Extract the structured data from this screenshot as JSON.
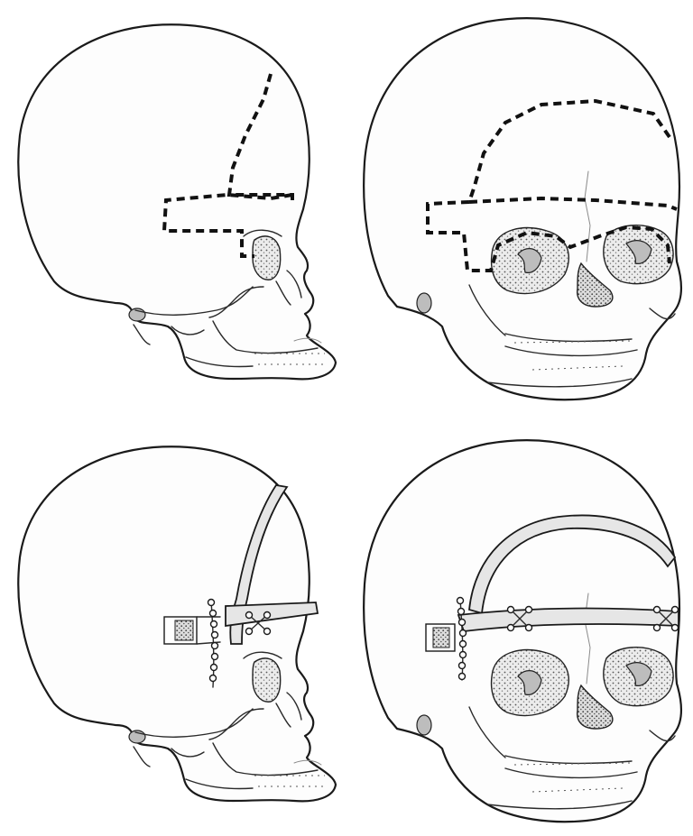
{
  "figure": {
    "panels": [
      {
        "id": "top-left",
        "view": "lateral",
        "stage": "osteotomy-planned"
      },
      {
        "id": "top-right",
        "view": "oblique-frontal",
        "stage": "osteotomy-planned"
      },
      {
        "id": "bottom-left",
        "view": "lateral",
        "stage": "advancement-fixed"
      },
      {
        "id": "bottom-right",
        "view": "oblique-frontal",
        "stage": "advancement-fixed"
      }
    ],
    "line_color": "#1a1a1a",
    "shading_color": "#d8d8d8",
    "background": "#ffffff"
  }
}
